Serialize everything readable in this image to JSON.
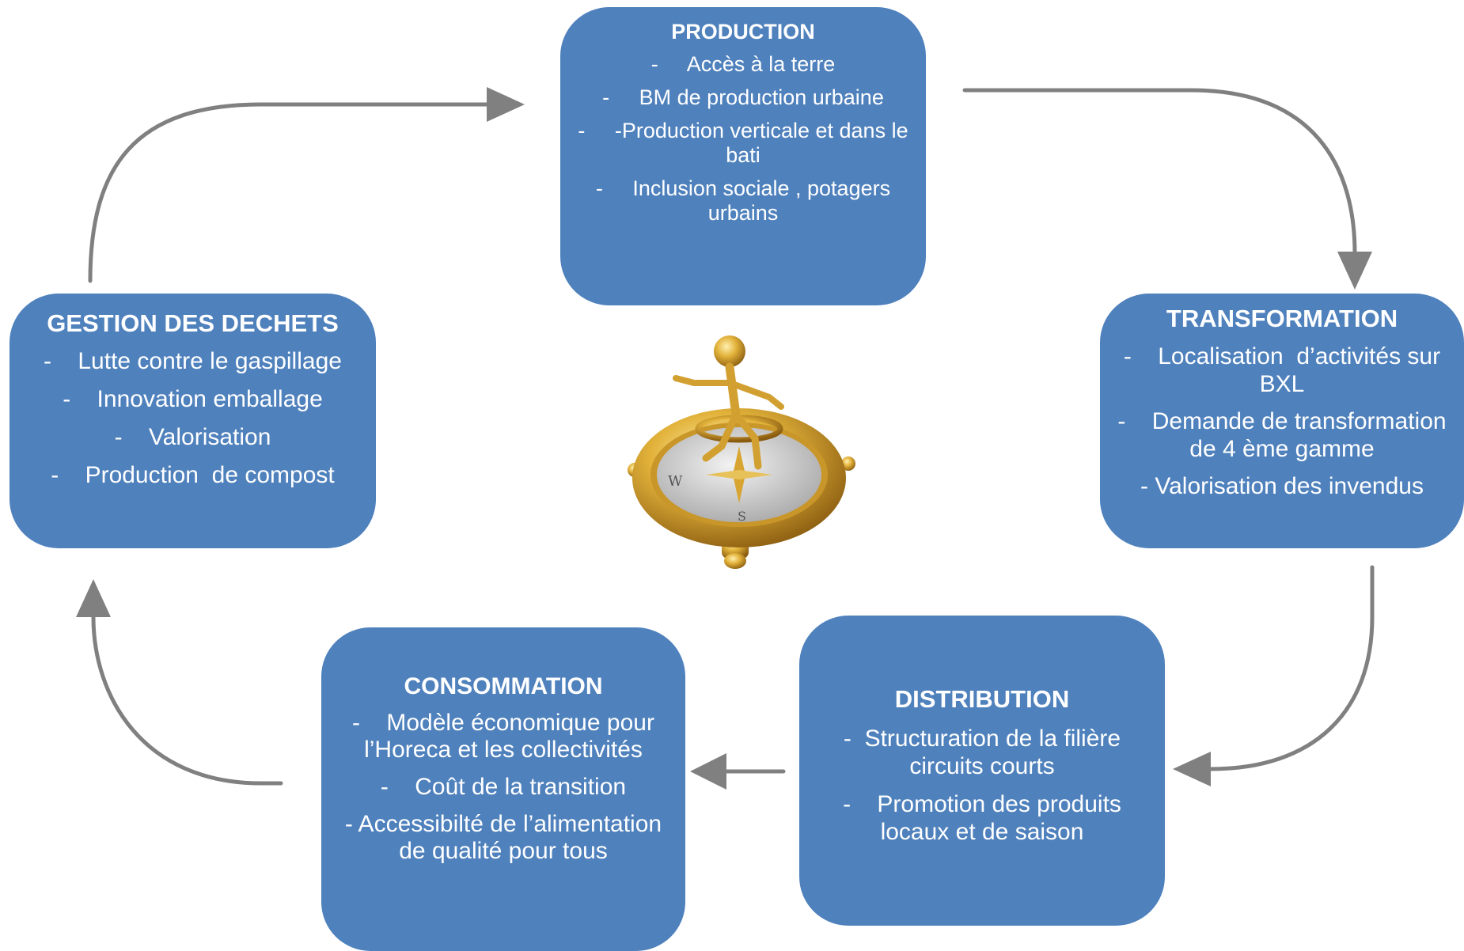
{
  "colors": {
    "box_fill": "#4F81BD",
    "arrow": "#808080",
    "text": "#FFFFFF",
    "gold": "#D8A832"
  },
  "production": {
    "title": "PRODUCTION",
    "items": [
      "-     Accès à la terre",
      "-     BM de production urbaine",
      "-     -Production verticale et dans le bati",
      "-     Inclusion sociale , potagers urbains"
    ]
  },
  "transformation": {
    "title": "TRANSFORMATION",
    "items": [
      "-    Localisation  d’activités sur BXL",
      "-    Demande de transformation de 4 ème gamme",
      "- Valorisation des invendus"
    ]
  },
  "dechets": {
    "title": "GESTION DES DECHETS",
    "items": [
      "-    Lutte contre le gaspillage",
      "-    Innovation emballage",
      "-    Valorisation",
      "-    Production  de compost"
    ]
  },
  "consommation": {
    "title": "CONSOMMATION",
    "items": [
      "-    Modèle économique pour l’Horeca et les collectivités",
      "-    Coût de la transition",
      "- Accessibilté de l’alimentation de qualité pour tous"
    ]
  },
  "distribution": {
    "title": "DISTRIBUTION",
    "items": [
      "-  Structuration de la filière circuits courts",
      "-    Promotion des produits locaux et de saison"
    ]
  },
  "icons": {
    "center_image": "compass-figure-icon"
  }
}
